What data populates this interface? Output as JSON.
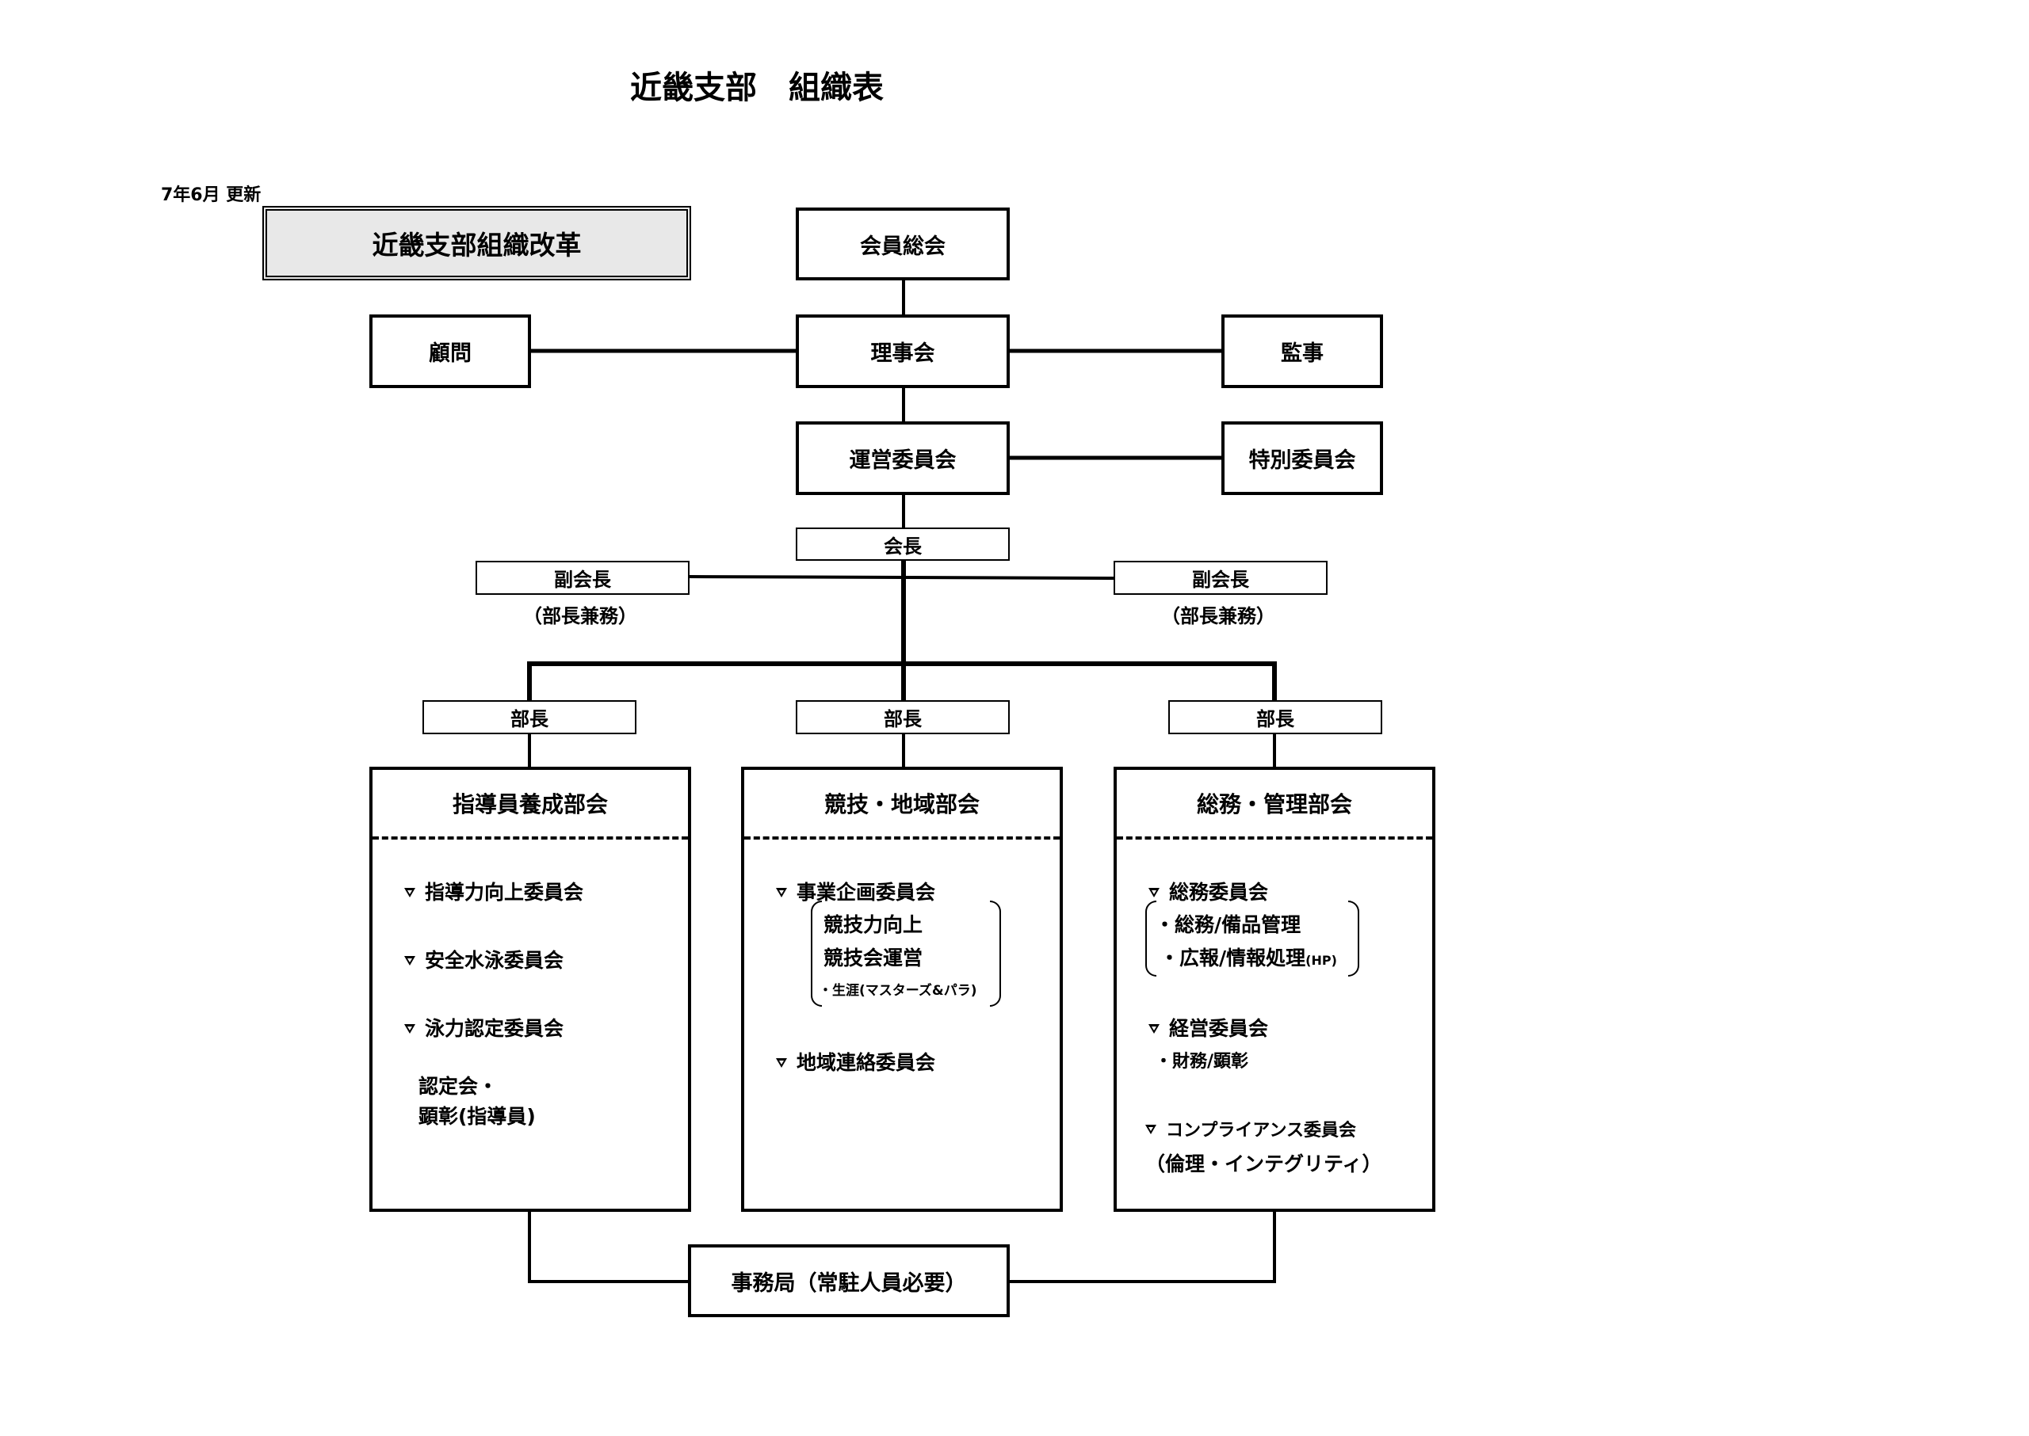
{
  "title": "近畿支部　組織表",
  "updated": "7年6月 更新",
  "reform_label": "近畿支部組織改革",
  "nodes": {
    "general_assembly": "会員総会",
    "board": "理事会",
    "advisor": "顧問",
    "auditor": "監事",
    "steering": "運営委員会",
    "special": "特別委員会",
    "president": "会長",
    "vp_left": "副会長",
    "vp_left_note": "（部長兼務）",
    "vp_right": "副会長",
    "vp_right_note": "（部長兼務）",
    "head_left": "部長",
    "head_center": "部長",
    "head_right": "部長",
    "secretariat": "事務局（常駐人員必要）"
  },
  "departments": {
    "left": {
      "title": "指導員養成部会",
      "items": [
        "指導力向上委員会",
        "安全水泳委員会",
        "泳力認定委員会"
      ],
      "note1": "認定会・",
      "note2": "顕彰(指導員)"
    },
    "center": {
      "title": "競技・地域部会",
      "items": [
        "事業企画委員会",
        "地域連絡委員会"
      ],
      "sub": [
        "競技力向上",
        "競技会運営",
        "・生涯(マスターズ&パラ)"
      ]
    },
    "right": {
      "title": "総務・管理部会",
      "items": [
        "総務委員会",
        "経営委員会",
        "コンプライアンス委員会"
      ],
      "sub1": [
        "・総務/備品管理",
        "・広報/情報処理",
        "(HP)"
      ],
      "sub2": "・財務/顕彰",
      "sub3": "（倫理・インテグリティ）"
    }
  }
}
